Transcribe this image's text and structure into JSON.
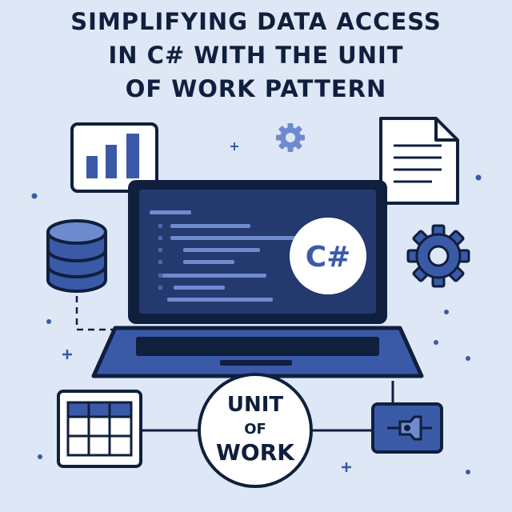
{
  "title": {
    "line1": "SIMPLIFYING DATA ACCESS",
    "line2": "IN C# WITH THE UNIT",
    "line3": "OF WORK PATTERN"
  },
  "screen": {
    "badge": "C#"
  },
  "unit_of_work": {
    "line1": "UNIT",
    "line2": "OF",
    "line3": "WORK"
  },
  "colors": {
    "background": "#dde7f5",
    "navy": "#0f1f3d",
    "accent_blue": "#3a5aa8",
    "screen": "#24396e",
    "white": "#ffffff"
  },
  "icons": [
    "bar-chart-icon",
    "document-icon",
    "database-icon",
    "gear-icon",
    "table-grid-icon",
    "plug-connector-icon",
    "laptop-icon"
  ]
}
